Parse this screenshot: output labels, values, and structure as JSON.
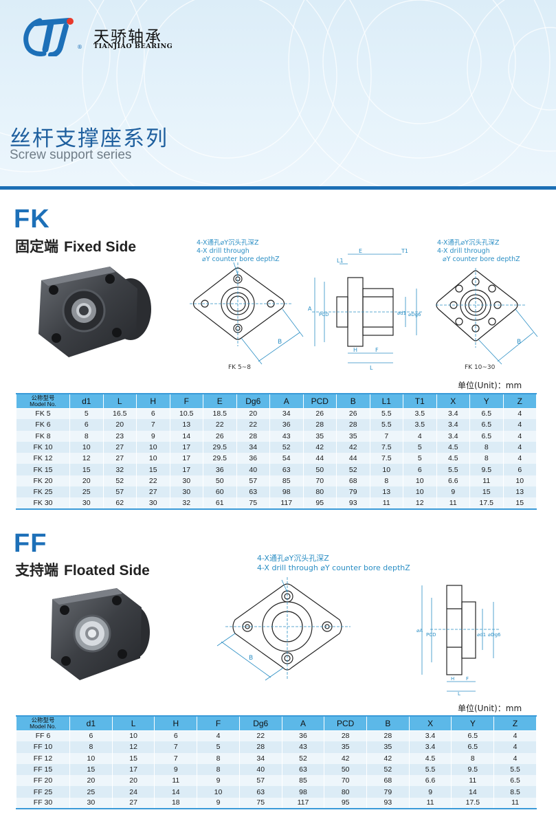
{
  "brand": {
    "name_cn": "天骄轴承",
    "name_en": "TIANJIAO BEARING",
    "logo_text": "TJ",
    "registered": "®",
    "primary_color": "#1d70b8",
    "accent_color": "#e8392b"
  },
  "page": {
    "title_cn": "丝杆支撑座系列",
    "title_en": "Screw support series"
  },
  "fk": {
    "code": "FK",
    "name_cn": "固定端",
    "name_en": "Fixed Side",
    "note_left": [
      "4-X通孔⌀Y沉头孔深Z",
      "4-X drill through",
      "⌀Y counter bore depthZ"
    ],
    "note_right": [
      "4-X通孔⌀Y沉头孔深Z",
      "4-X drill through",
      "⌀Y counter bore depthZ"
    ],
    "caption_left": "FK 5~8",
    "caption_right": "FK 10~30",
    "unit": "单位(Unit)：mm",
    "header_cn": "公称型号",
    "header_en": "Model No.",
    "columns": [
      "d1",
      "L",
      "H",
      "F",
      "E",
      "Dg6",
      "A",
      "PCD",
      "B",
      "L1",
      "T1",
      "X",
      "Y",
      "Z"
    ],
    "rows": [
      [
        "FK 5",
        "5",
        "16.5",
        "6",
        "10.5",
        "18.5",
        "20",
        "34",
        "26",
        "26",
        "5.5",
        "3.5",
        "3.4",
        "6.5",
        "4"
      ],
      [
        "FK 6",
        "6",
        "20",
        "7",
        "13",
        "22",
        "22",
        "36",
        "28",
        "28",
        "5.5",
        "3.5",
        "3.4",
        "6.5",
        "4"
      ],
      [
        "FK 8",
        "8",
        "23",
        "9",
        "14",
        "26",
        "28",
        "43",
        "35",
        "35",
        "7",
        "4",
        "3.4",
        "6.5",
        "4"
      ],
      [
        "FK 10",
        "10",
        "27",
        "10",
        "17",
        "29.5",
        "34",
        "52",
        "42",
        "42",
        "7.5",
        "5",
        "4.5",
        "8",
        "4"
      ],
      [
        "FK 12",
        "12",
        "27",
        "10",
        "17",
        "29.5",
        "36",
        "54",
        "44",
        "44",
        "7.5",
        "5",
        "4.5",
        "8",
        "4"
      ],
      [
        "FK 15",
        "15",
        "32",
        "15",
        "17",
        "36",
        "40",
        "63",
        "50",
        "52",
        "10",
        "6",
        "5.5",
        "9.5",
        "6"
      ],
      [
        "FK 20",
        "20",
        "52",
        "22",
        "30",
        "50",
        "57",
        "85",
        "70",
        "68",
        "8",
        "10",
        "6.6",
        "11",
        "10"
      ],
      [
        "FK 25",
        "25",
        "57",
        "27",
        "30",
        "60",
        "63",
        "98",
        "80",
        "79",
        "13",
        "10",
        "9",
        "15",
        "13"
      ],
      [
        "FK 30",
        "30",
        "62",
        "30",
        "32",
        "61",
        "75",
        "117",
        "95",
        "93",
        "11",
        "12",
        "11",
        "17.5",
        "15"
      ]
    ],
    "drawing_labels": {
      "B": "B",
      "A": "A",
      "PCD": "PCD",
      "E": "E",
      "T1": "T1",
      "L1": "L1",
      "H": "H",
      "F": "F",
      "L": "L",
      "d1": "⌀d1",
      "Dg6": "⌀Dg6"
    }
  },
  "ff": {
    "code": "FF",
    "name_cn": "支持端",
    "name_en": "Floated Side",
    "note": [
      "4-X通孔⌀Y沉头孔深Z",
      "4-X drill through ⌀Y counter bore depthZ"
    ],
    "unit": "单位(Unit)：mm",
    "header_cn": "公称型号",
    "header_en": "Model No.",
    "columns": [
      "d1",
      "L",
      "H",
      "F",
      "Dg6",
      "A",
      "PCD",
      "B",
      "X",
      "Y",
      "Z"
    ],
    "rows": [
      [
        "FF 6",
        "6",
        "10",
        "6",
        "4",
        "22",
        "36",
        "28",
        "28",
        "3.4",
        "6.5",
        "4"
      ],
      [
        "FF 10",
        "8",
        "12",
        "7",
        "5",
        "28",
        "43",
        "35",
        "35",
        "3.4",
        "6.5",
        "4"
      ],
      [
        "FF 12",
        "10",
        "15",
        "7",
        "8",
        "34",
        "52",
        "42",
        "42",
        "4.5",
        "8",
        "4"
      ],
      [
        "FF 15",
        "15",
        "17",
        "9",
        "8",
        "40",
        "63",
        "50",
        "52",
        "5.5",
        "9.5",
        "5.5"
      ],
      [
        "FF 20",
        "20",
        "20",
        "11",
        "9",
        "57",
        "85",
        "70",
        "68",
        "6.6",
        "11",
        "6.5"
      ],
      [
        "FF 25",
        "25",
        "24",
        "14",
        "10",
        "63",
        "98",
        "80",
        "79",
        "9",
        "14",
        "8.5"
      ],
      [
        "FF 30",
        "30",
        "27",
        "18",
        "9",
        "75",
        "117",
        "95",
        "93",
        "11",
        "17.5",
        "11"
      ]
    ],
    "drawing_labels": {
      "B": "B",
      "A": "⌀A",
      "PCD": "PCD",
      "d1": "⌀d1",
      "Dg6": "⌀Dg6",
      "H": "H",
      "F": "F",
      "L": "L"
    }
  }
}
